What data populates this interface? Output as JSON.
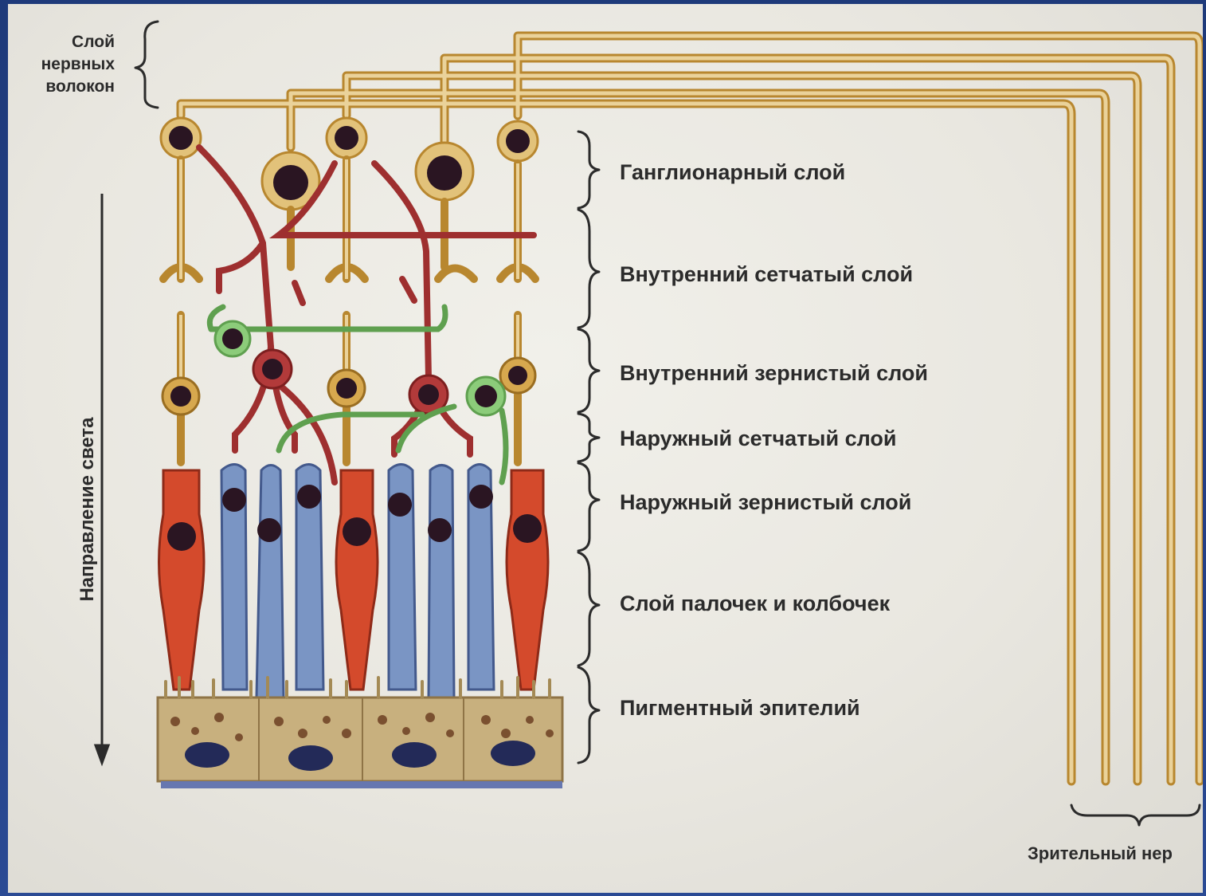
{
  "labels": {
    "nerve_fiber_layer": "Слой нервных волокон",
    "ganglion_layer": "Ганглионарный слой",
    "inner_plexiform": "Внутренний сетчатый слой",
    "inner_nuclear": "Внутренний зернистый слой",
    "outer_plexiform": "Наружный сетчатый слой",
    "outer_nuclear": "Наружный зернистый слой",
    "rods_cones": "Слой палочек и колбочек",
    "pigment_epithelium": "Пигментный эпителий",
    "light_direction": "Направление света",
    "optic_nerve": "Зрительный нер"
  },
  "colors": {
    "background": "#e9e7e0",
    "slide_border": "#243f86",
    "ganglion_fiber": "#d6a84e",
    "ganglion_fill": "#e2c27a",
    "nucleus": "#2a1522",
    "amacrine_red": "#b23a3a",
    "horizontal_green": "#7cc06a",
    "cone_red": "#d44a2c",
    "rod_blue": "#7a95c4",
    "pigment": "#c8b07e",
    "pigment_granule": "#7a5030",
    "pigment_nucleus": "#232a58",
    "membrane": "#6677b0",
    "text": "#2b2b2b"
  }
}
